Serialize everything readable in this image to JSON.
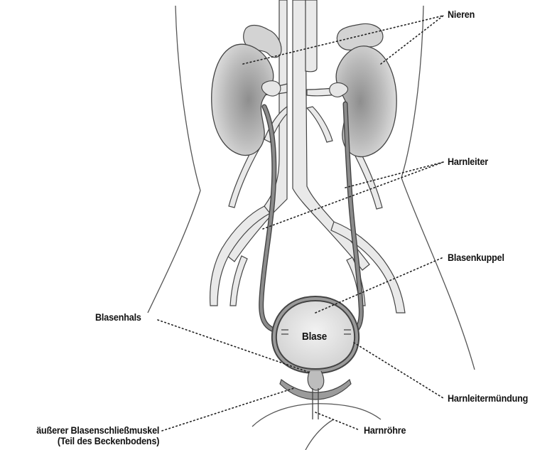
{
  "labels": {
    "nieren": "Nieren",
    "harnleiter": "Harnleiter",
    "blasenkuppel": "Blasenkuppel",
    "blasenhals": "Blasenhals",
    "blase": "Blase",
    "harnleitermuendung": "Harnleitermündung",
    "schliessmuskel_line1": "äußerer Blasenschließmuskel",
    "schliessmuskel_line2": "(Teil des Beckenbodens)",
    "harnroehre": "Harnröhre"
  },
  "colors": {
    "organ_fill": "#9b9b9b",
    "vessel_fill": "#e9e9e9",
    "outline": "#444444",
    "leader": "#222222"
  }
}
